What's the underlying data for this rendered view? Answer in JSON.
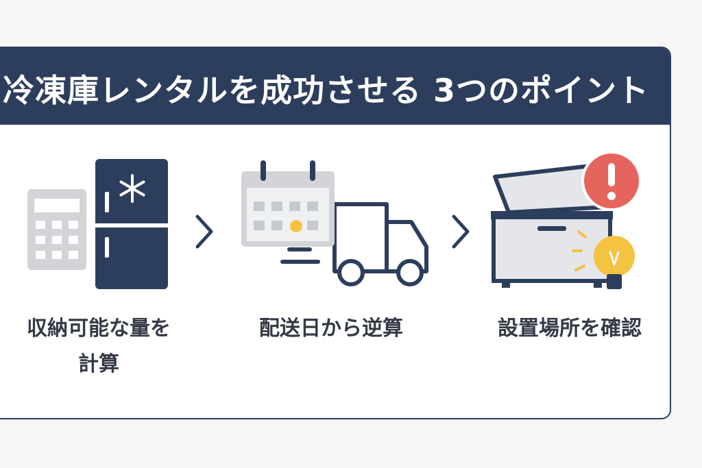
{
  "title": "冷凍庫レンタルを成功させる 3つのポイント",
  "steps": [
    {
      "label_line1": "収納可能な量を",
      "label_line2": "計算",
      "icon": "calculator-fridge-icon"
    },
    {
      "label": "配送日から逆算",
      "icon": "calendar-truck-icon"
    },
    {
      "label": "設置場所を確認",
      "icon": "chest-freezer-alert-icon"
    }
  ],
  "colors": {
    "navy": "#2d3e5c",
    "gray": "#d2d4d7",
    "yellow": "#f5c342",
    "red": "#e5655e",
    "text": "#333a45"
  }
}
